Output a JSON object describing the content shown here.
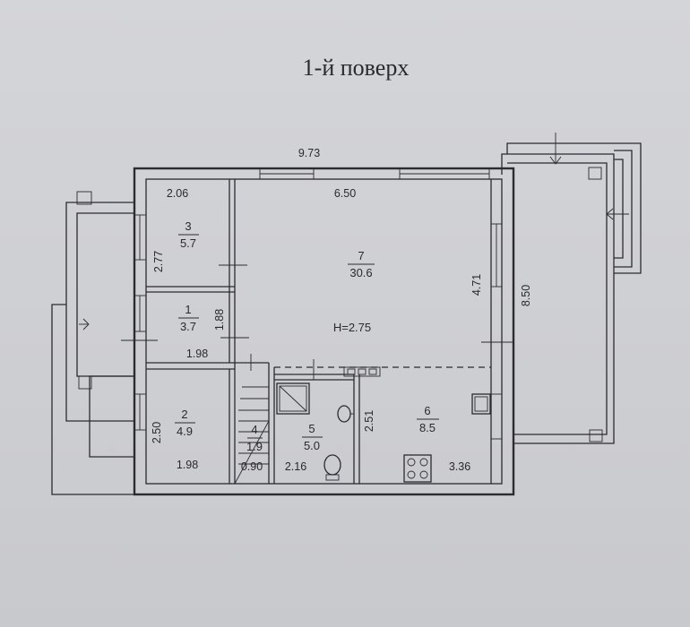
{
  "title": "1-й поверх",
  "dimensions": {
    "top_total": "9.73",
    "room7_width": "6.50",
    "room3_width": "2.06",
    "room3_height": "2.77",
    "room1_height": "1.88",
    "room1_width": "1.98",
    "room2_height": "2.50",
    "room2_width": "1.98",
    "stair_width": "0.90",
    "room5_width": "2.16",
    "room5_height": "2.51",
    "room6_width": "3.36",
    "room7_height": "4.71",
    "terrace_height": "8.50"
  },
  "ceiling_height": "H=2.75",
  "rooms": [
    {
      "num": "1",
      "area": "3.7"
    },
    {
      "num": "2",
      "area": "4.9"
    },
    {
      "num": "3",
      "area": "5.7"
    },
    {
      "num": "4",
      "area": "1.9"
    },
    {
      "num": "5",
      "area": "5.0"
    },
    {
      "num": "6",
      "area": "8.5"
    },
    {
      "num": "7",
      "area": "30.6"
    }
  ]
}
